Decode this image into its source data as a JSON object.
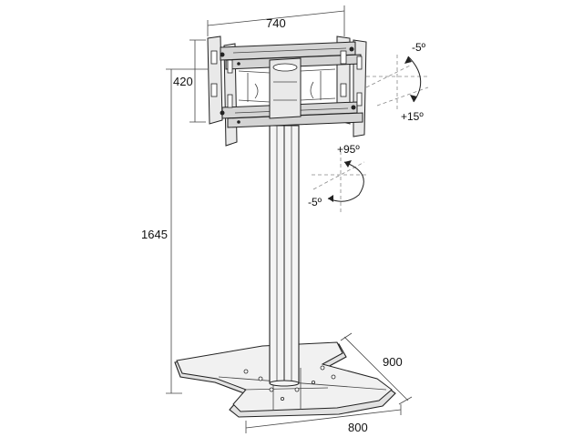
{
  "dimensions": {
    "width": "740",
    "height": "420",
    "total_height": "1645",
    "base_depth": "900",
    "base_width": "800"
  },
  "tilt": {
    "up": "-5º",
    "down": "+15º"
  },
  "swivel": {
    "left": "+95º",
    "right": "-5º"
  }
}
